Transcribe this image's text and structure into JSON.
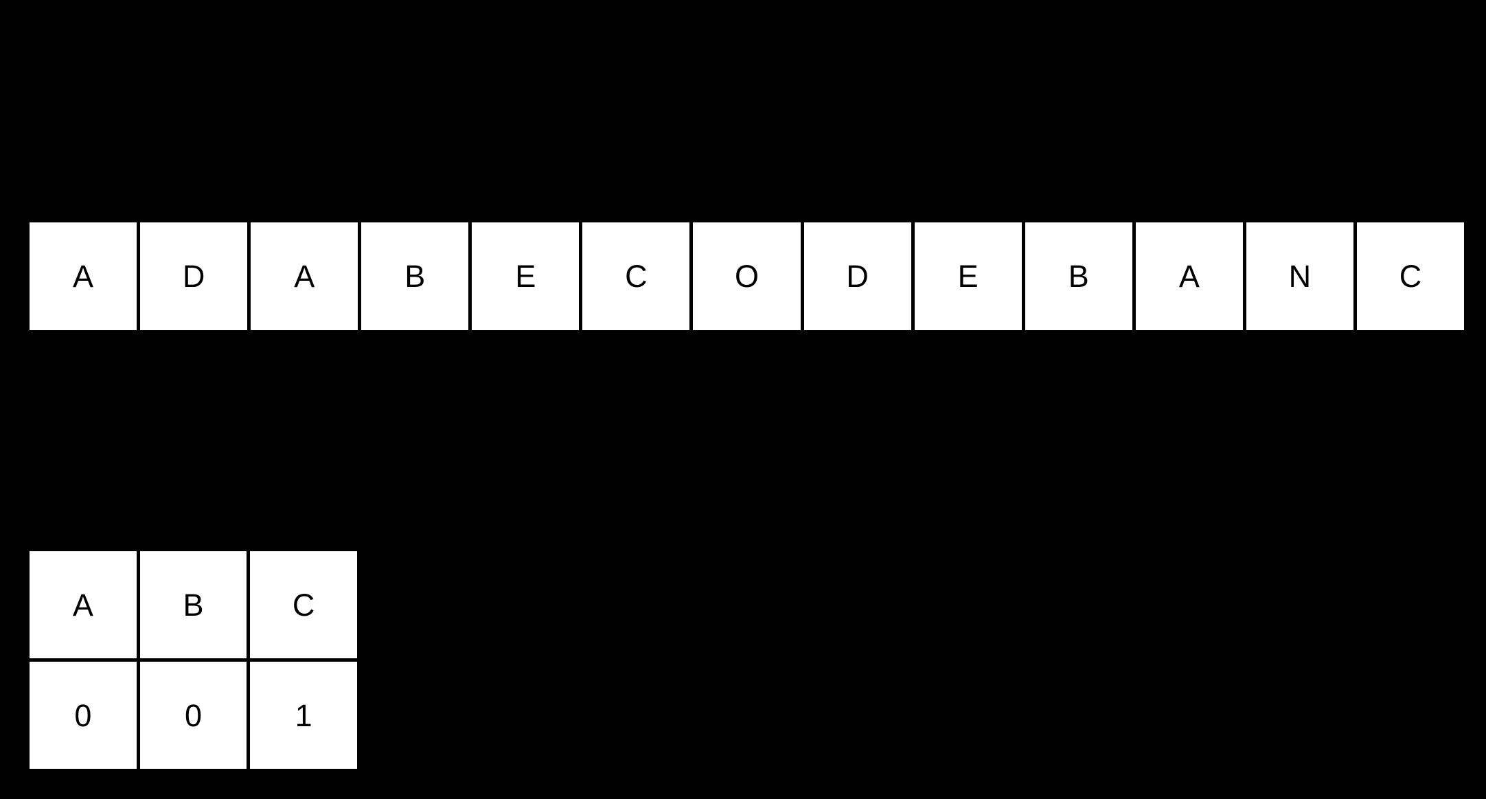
{
  "colors": {
    "background": "#000000",
    "cell_bg": "#ffffff",
    "text_color": "#000000"
  },
  "string_array": {
    "description": "horizontal array of characters",
    "cells": [
      "A",
      "D",
      "A",
      "B",
      "E",
      "C",
      "O",
      "D",
      "E",
      "B",
      "A",
      "N",
      "C"
    ]
  },
  "count_table": {
    "description": "character count table",
    "headers": [
      "A",
      "B",
      "C"
    ],
    "values": [
      "0",
      "0",
      "1"
    ]
  }
}
